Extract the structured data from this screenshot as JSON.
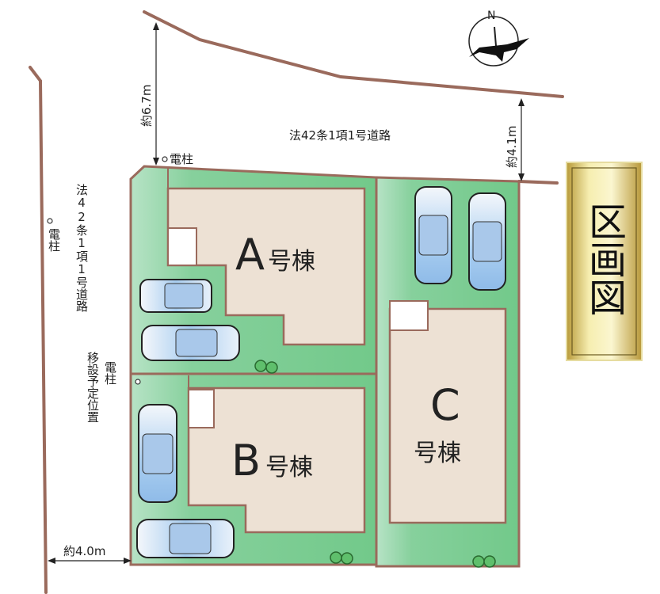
{
  "title": "区画図",
  "north_label": "N",
  "roads": {
    "top": "法42条1項1号道路",
    "left": "法42条1項1号道路"
  },
  "dimensions": {
    "top_road_west": "約6.7m",
    "top_road_east": "約4.1m",
    "left_road": "約4.0m"
  },
  "poles": {
    "top": "電柱",
    "left": "電柱",
    "relocation_note": "移設予定位置",
    "relocation_pole": "電柱"
  },
  "lots": [
    {
      "letter": "A",
      "suffix": "号棟"
    },
    {
      "letter": "B",
      "suffix": "号棟"
    },
    {
      "letter": "C",
      "suffix": "号棟"
    }
  ],
  "colors": {
    "grass": "#7fcf95",
    "building": "#ede1d4",
    "boundary": "#9a6a5c",
    "title_gold": "#d9c56a"
  }
}
